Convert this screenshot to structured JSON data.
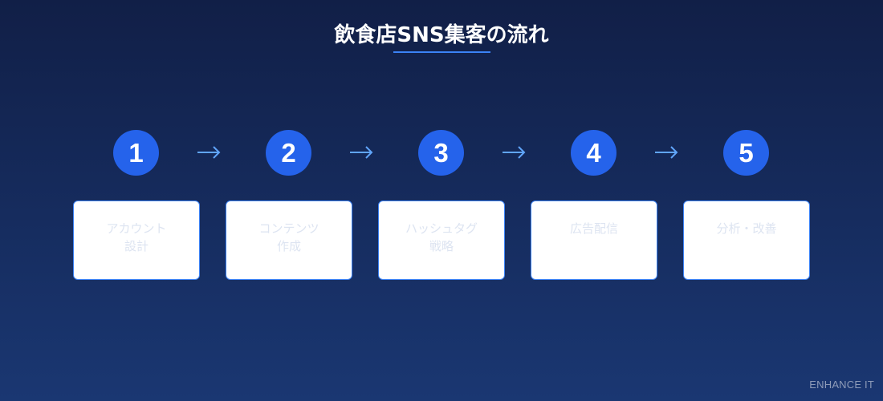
{
  "title": "飲食店SNS集客の流れ",
  "colors": {
    "accent": "#2563eb",
    "underline": "#3b82f6",
    "arrow": "#60a5fa",
    "card_background": "#ffffff",
    "card_text": "#dde4f1"
  },
  "steps": [
    {
      "number": "1",
      "lines": [
        "アカウント",
        "設計"
      ]
    },
    {
      "number": "2",
      "lines": [
        "コンテンツ",
        "作成"
      ]
    },
    {
      "number": "3",
      "lines": [
        "ハッシュタグ",
        "戦略"
      ]
    },
    {
      "number": "4",
      "lines": [
        "広告配信"
      ]
    },
    {
      "number": "5",
      "lines": [
        "分析・改善"
      ]
    }
  ],
  "arrow_icon": "right-arrow-icon",
  "footer": {
    "brand": "ENHANCE IT"
  }
}
